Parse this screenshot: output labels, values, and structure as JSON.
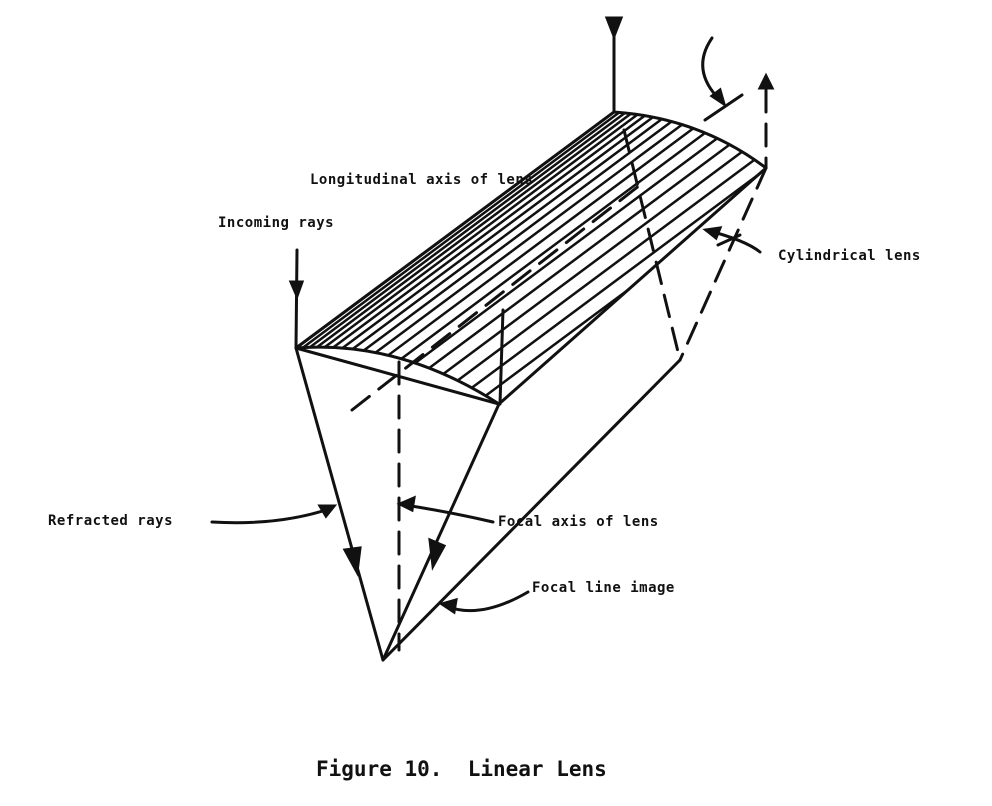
{
  "labels": {
    "longitudinal_axis": "Longitudinal axis of lens",
    "incoming_rays": "Incoming rays",
    "cylindrical_lens": "Cylindrical lens",
    "refracted_rays": "Refracted rays",
    "focal_axis": "Focal axis of lens",
    "focal_line_image": "Focal line image"
  },
  "caption": "Figure 10.  Linear Lens",
  "colors": {
    "ink": "#111111",
    "background": "#ffffff"
  }
}
